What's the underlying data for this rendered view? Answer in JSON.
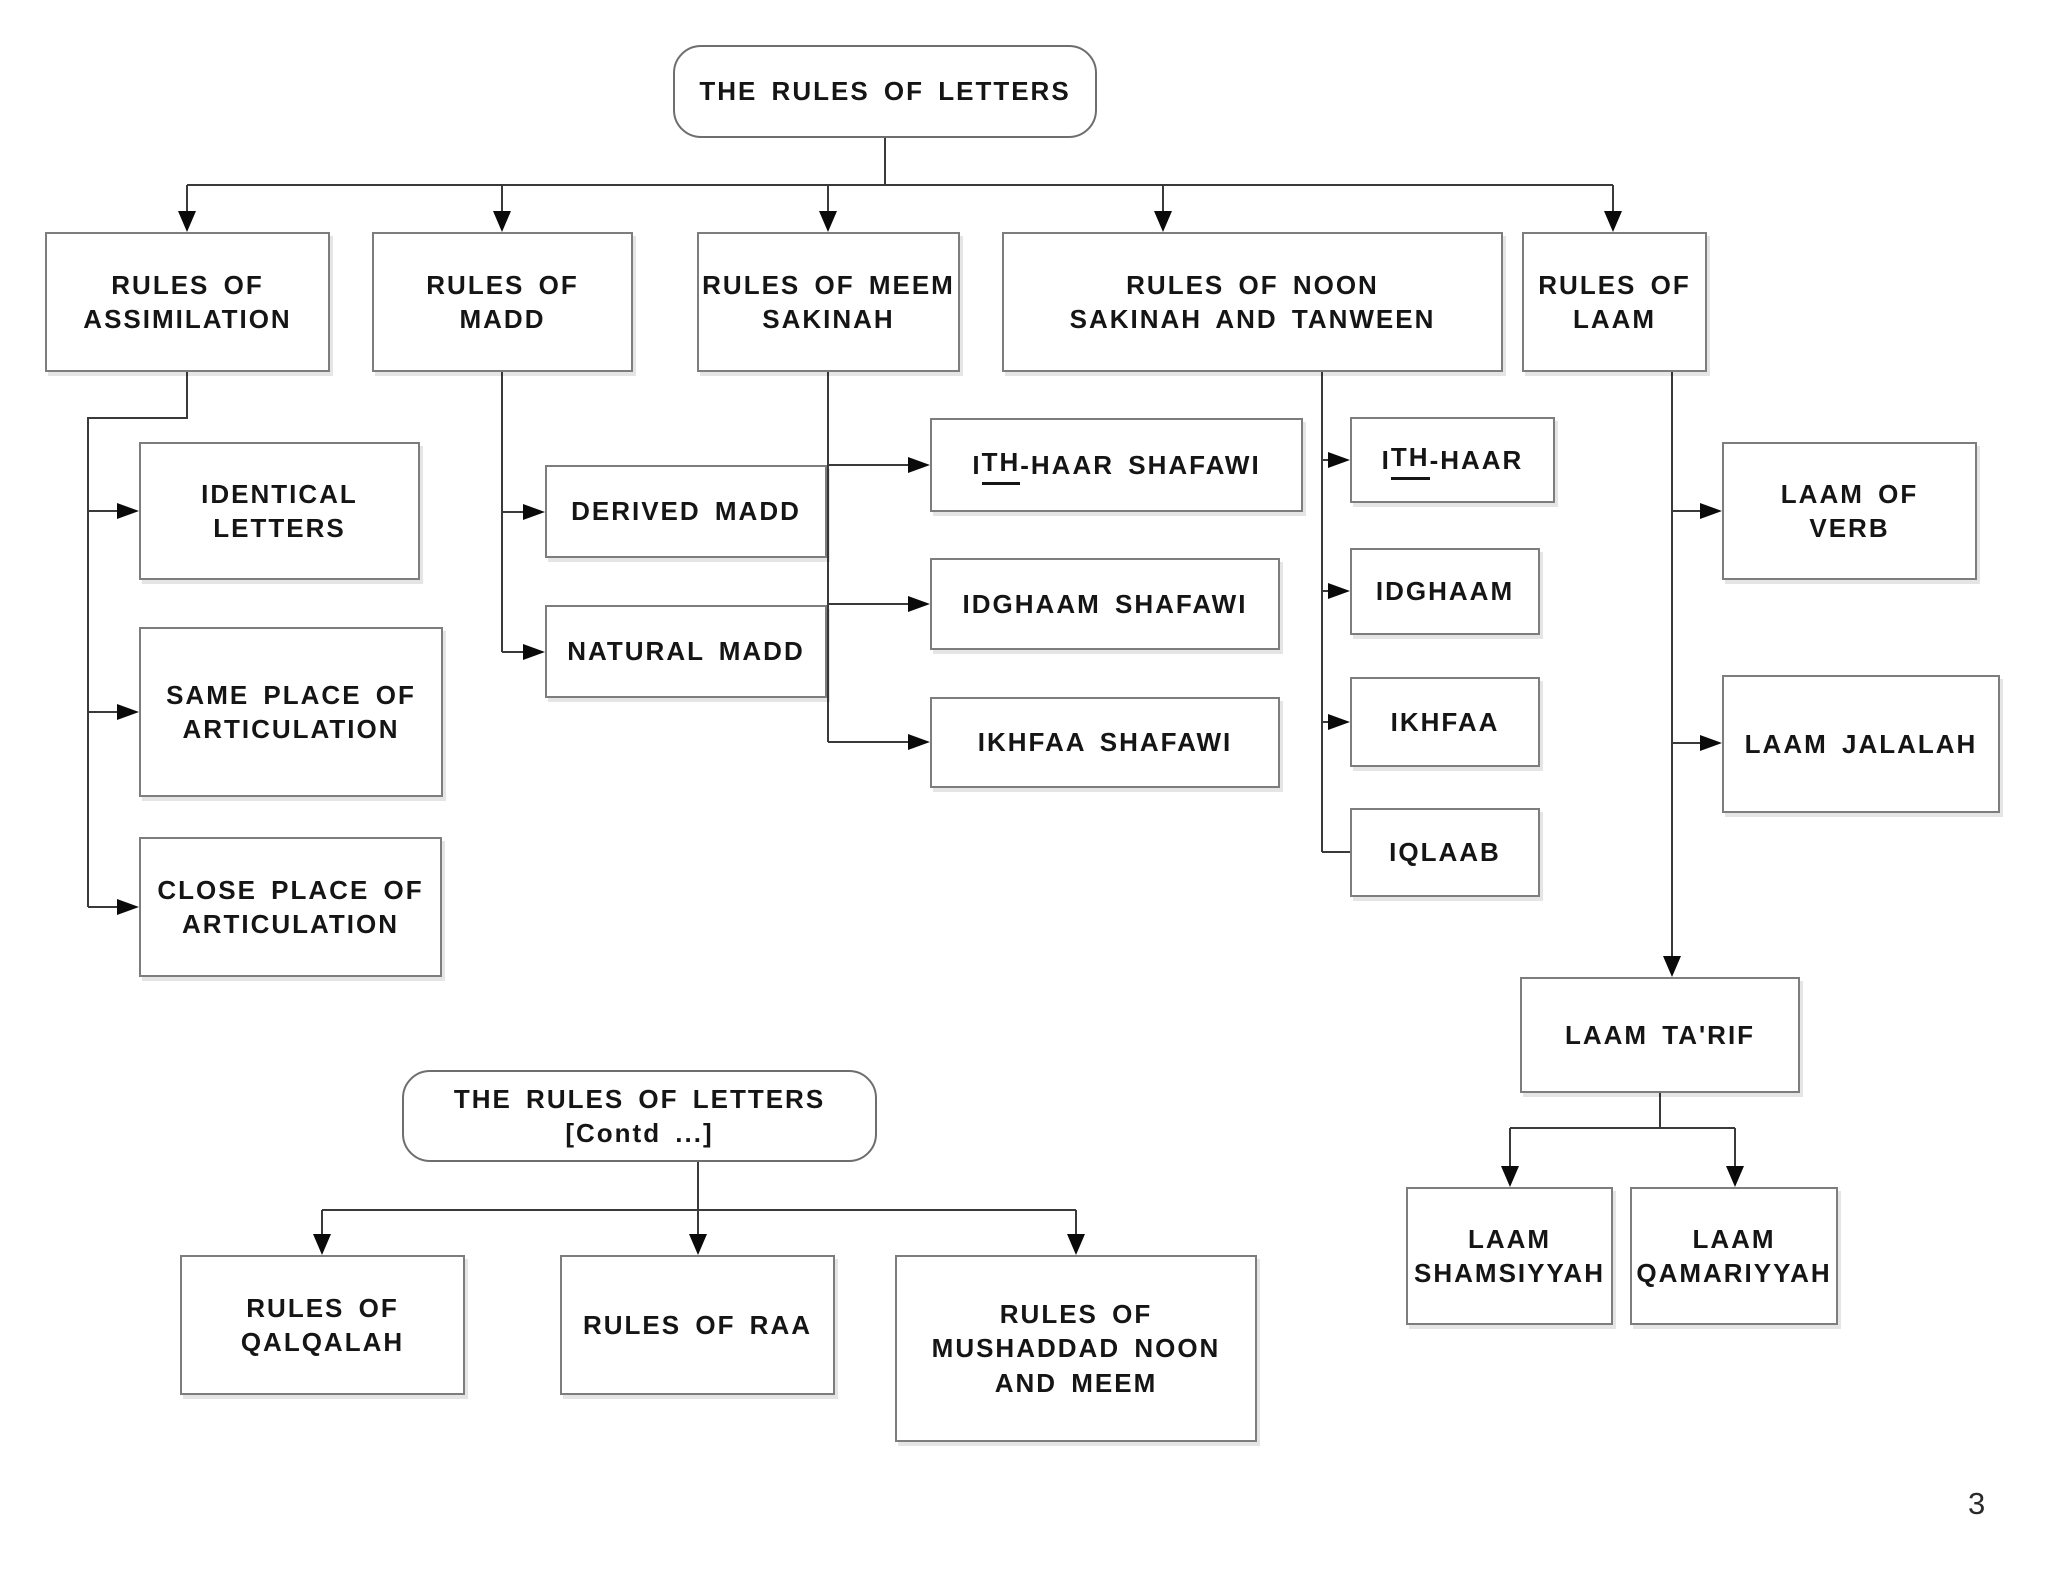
{
  "colors": {
    "background": "#ffffff",
    "box_border": "#7d7d7d",
    "connector_line": "#3a3a3a",
    "text": "#151515"
  },
  "main_title": "THE RULES OF LETTERS",
  "contd_title": "THE RULES OF LETTERS  [Contd ...]",
  "page_number": "3",
  "level1": {
    "assimilation": "RULES OF\nASSIMILATION",
    "madd": "RULES OF\nMADD",
    "meem_sakinah": "RULES OF MEEM\nSAKINAH",
    "noon_sakinah": "RULES OF NOON\nSAKINAH AND TANWEEN",
    "laam": "RULES OF\nLAAM"
  },
  "assimilation_children": {
    "identical": "IDENTICAL\nLETTERS",
    "same_place": "SAME PLACE OF\nARTICULATION",
    "close_place": "CLOSE PLACE OF\nARTICULATION"
  },
  "madd_children": {
    "derived": "DERIVED MADD",
    "natural": "NATURAL MADD"
  },
  "meem_children": {
    "ith_haar": {
      "prefix": "I",
      "underlined": "TH",
      "suffix": "-HAAR SHAFAWI"
    },
    "idghaam": "IDGHAAM SHAFAWI",
    "ikhfaa": "IKHFAA SHAFAWI"
  },
  "noon_children": {
    "ith_haar": {
      "prefix": "I",
      "underlined": "TH",
      "suffix": "-HAAR"
    },
    "idghaam": "IDGHAAM",
    "ikhfaa": "IKHFAA",
    "iqlaab": "IQLAAB"
  },
  "laam_children": {
    "verb": "LAAM OF\nVERB",
    "jalalah": "LAAM JALALAH",
    "tarif": "LAAM TA'RIF",
    "shamsiyyah": "LAAM\nSHAMSIYYAH",
    "qamariyyah": "LAAM\nQAMARIYYAH"
  },
  "contd_children": {
    "qalqalah": "RULES OF\nQALQALAH",
    "raa": "RULES OF RAA",
    "mushaddad": "RULES OF\nMUSHADDAD NOON\nAND MEEM"
  }
}
